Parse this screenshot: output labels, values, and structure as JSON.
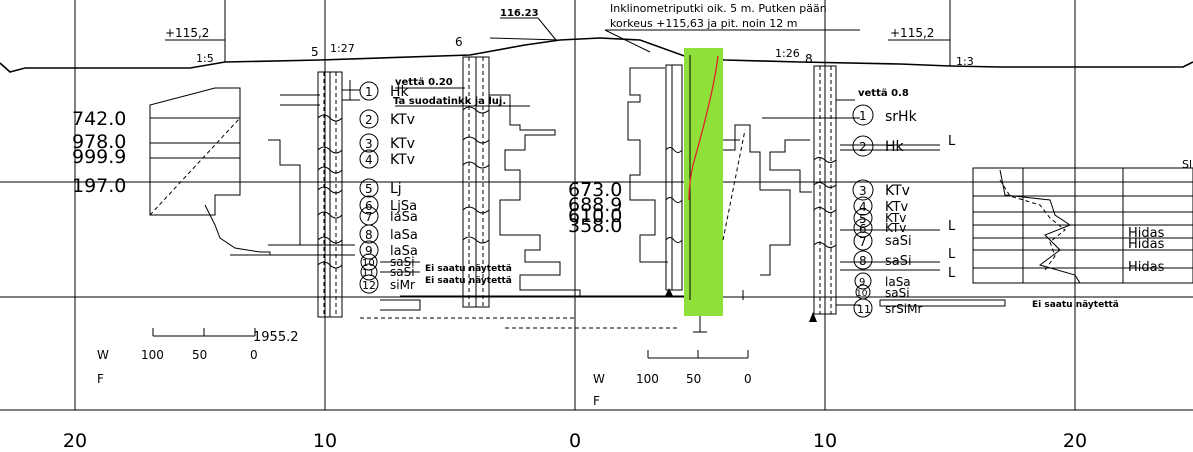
{
  "top_note": {
    "line1": "Inklinometriputki oik. 5 m. Putken pään",
    "line2": "korkeus +115,63 ja pit. noin 12 m"
  },
  "elevations": {
    "left": "+115,2",
    "right": "+115,2",
    "crest": "116.23"
  },
  "slopes": [
    "1:5",
    "1:27",
    "1:26",
    "1:3"
  ],
  "boreholes": {
    "left": "5",
    "center": "6",
    "right": "8"
  },
  "water_levels": {
    "left": "vettä 0.20",
    "right": "vettä 0.8"
  },
  "notes": {
    "filter": "Ta suodatinkk ja luj.",
    "no_sample_1": "Ei saatu näytettä",
    "no_sample_2": "Ei saatu näytettä",
    "no_sample_3": "Ei saatu näytettä"
  },
  "left_values": [
    "742.0",
    "978.0",
    "999.9",
    "197.0"
  ],
  "center_values": [
    "673.0",
    "688.9",
    "610.0",
    "358.0"
  ],
  "left_scale_value": "1955.2",
  "left_layers": [
    {
      "num": "1",
      "code": "Hk"
    },
    {
      "num": "2",
      "code": "KTv"
    },
    {
      "num": "3",
      "code": "KTv"
    },
    {
      "num": "4",
      "code": "KTv"
    },
    {
      "num": "5",
      "code": "Lj"
    },
    {
      "num": "6",
      "code": "LjSa"
    },
    {
      "num": "7",
      "code": "laSa"
    },
    {
      "num": "8",
      "code": "laSa"
    },
    {
      "num": "9",
      "code": "laSa"
    },
    {
      "num": "10",
      "code": "saSi"
    },
    {
      "num": "11",
      "code": "saSi"
    },
    {
      "num": "12",
      "code": "siMr"
    }
  ],
  "right_layers": [
    {
      "num": "1",
      "code": "srHk"
    },
    {
      "num": "2",
      "code": "Hk"
    },
    {
      "num": "3",
      "code": "KTv"
    },
    {
      "num": "4",
      "code": "KTv"
    },
    {
      "num": "5",
      "code": "KTv"
    },
    {
      "num": "6",
      "code": "KTv"
    },
    {
      "num": "7",
      "code": "saSi"
    },
    {
      "num": "8",
      "code": "saSi"
    },
    {
      "num": "9",
      "code": "laSa"
    },
    {
      "num": "10",
      "code": "saSi"
    },
    {
      "num": "11",
      "code": "srSiMr"
    }
  ],
  "l_marks": [
    "L",
    "L",
    "L",
    "L"
  ],
  "hidas": [
    "Hidas",
    "Hidas",
    "Hidas"
  ],
  "scale_left": {
    "w": "W",
    "f": "F",
    "ticks": [
      "100",
      "50",
      "0"
    ]
  },
  "scale_center": {
    "w": "W",
    "f": "F",
    "ticks": [
      "100",
      "50",
      "0"
    ]
  },
  "axis_labels": [
    "20",
    "10",
    "0",
    "10",
    "20"
  ],
  "edge_text": "Sl",
  "colors": {
    "highlight": "#8fe03a",
    "curve": "#e0252a"
  }
}
